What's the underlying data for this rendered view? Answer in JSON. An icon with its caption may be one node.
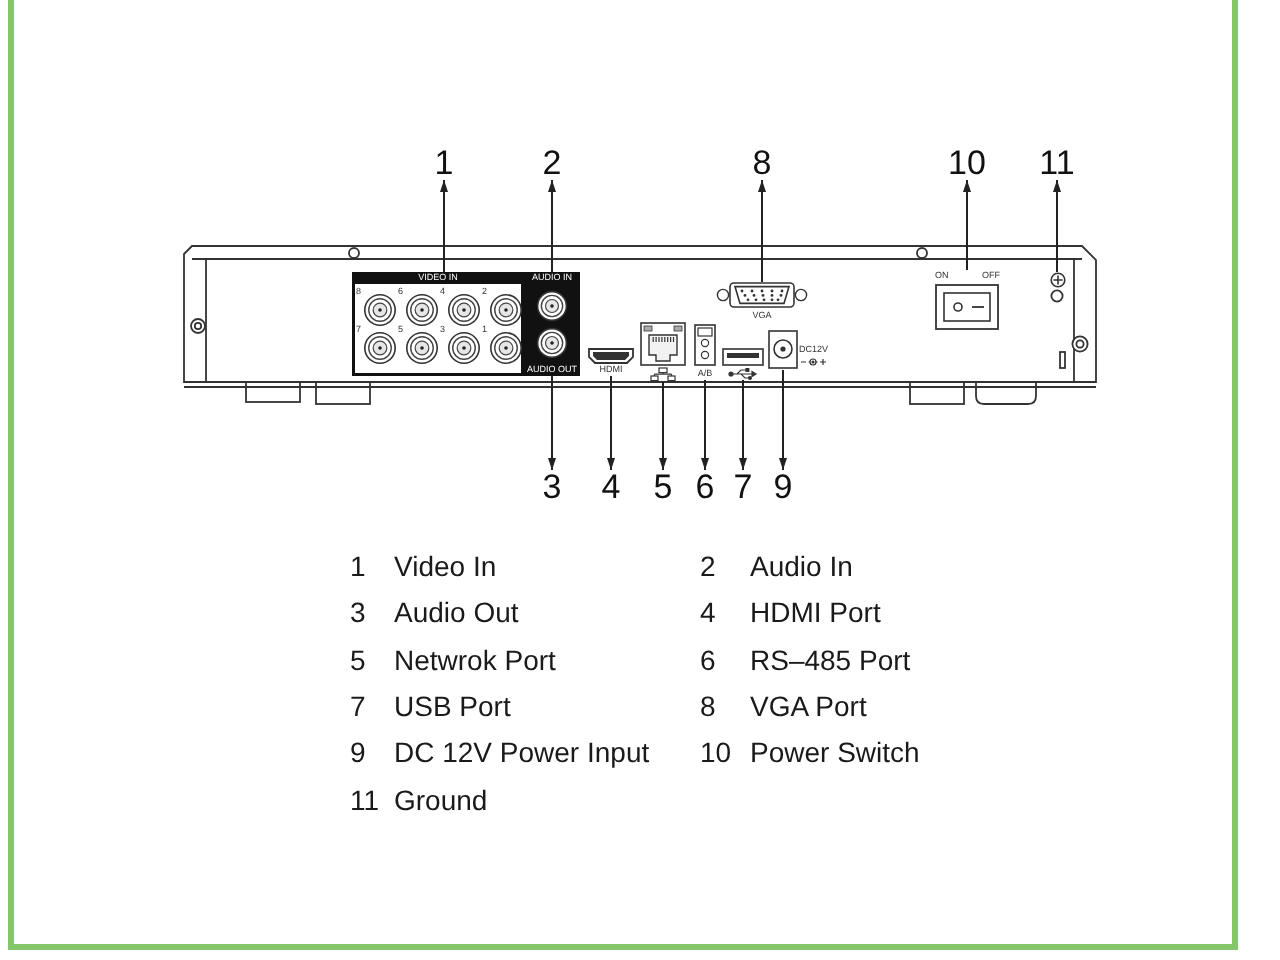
{
  "diagram": {
    "nodes": [
      {
        "text": [
          "1"
        ]
      },
      {
        "text": [
          "2"
        ]
      },
      {
        "text": [
          "8"
        ]
      },
      {
        "text": [
          "10"
        ]
      },
      {
        "text": [
          "11"
        ]
      },
      {
        "text": [
          "VIDEO IN",
          "8",
          "6",
          "4",
          "2",
          "7",
          "5",
          "3",
          "1"
        ]
      },
      {
        "text": [
          "AUDIO IN"
        ]
      },
      {
        "text": [
          "VGA"
        ]
      },
      {
        "text": [
          "ON",
          "OFF"
        ]
      },
      {
        "text": [],
        "shape": "picture"
      },
      {
        "text": [
          "AUDIO OUT"
        ]
      },
      {
        "text": [
          "HDMI"
        ]
      },
      {
        "text": [],
        "shape": "picture"
      },
      {
        "text": [
          "A/B"
        ]
      },
      {
        "text": [],
        "shape": "picture"
      },
      {
        "text": [
          "DC12V"
        ]
      },
      {
        "text": [
          "3"
        ]
      },
      {
        "text": [
          "4"
        ]
      },
      {
        "text": [
          "5"
        ]
      },
      {
        "text": [
          "6"
        ]
      },
      {
        "text": [
          "7"
        ]
      },
      {
        "text": [
          "9"
        ]
      }
    ],
    "edges": [
      {
        "from": 5,
        "to": 0,
        "arrow": "to"
      },
      {
        "from": 6,
        "to": 1,
        "arrow": "to"
      },
      {
        "from": 10,
        "to": 16,
        "arrow": "to"
      },
      {
        "from": 11,
        "to": 17,
        "arrow": "to"
      },
      {
        "from": 12,
        "to": 18,
        "arrow": "to"
      },
      {
        "from": 13,
        "to": 19,
        "arrow": "to"
      },
      {
        "from": 14,
        "to": 20,
        "arrow": "to"
      },
      {
        "from": 7,
        "to": 2,
        "arrow": "to"
      },
      {
        "from": 15,
        "to": 21,
        "arrow": "to"
      },
      {
        "from": 8,
        "to": 3,
        "arrow": "to"
      },
      {
        "from": 9,
        "to": 4,
        "arrow": "to"
      }
    ],
    "labels": [
      "1",
      "Video In",
      "2",
      "Audio In",
      "3",
      "Audio Out",
      "4",
      "HDMI Port",
      "5",
      "Netwrok Port",
      "6",
      "RS–485 Port",
      "7",
      "USB Port",
      "8",
      "VGA Port",
      "9",
      "DC 12V Power Input",
      "10",
      "Power Switch",
      "11",
      "Ground"
    ]
  }
}
